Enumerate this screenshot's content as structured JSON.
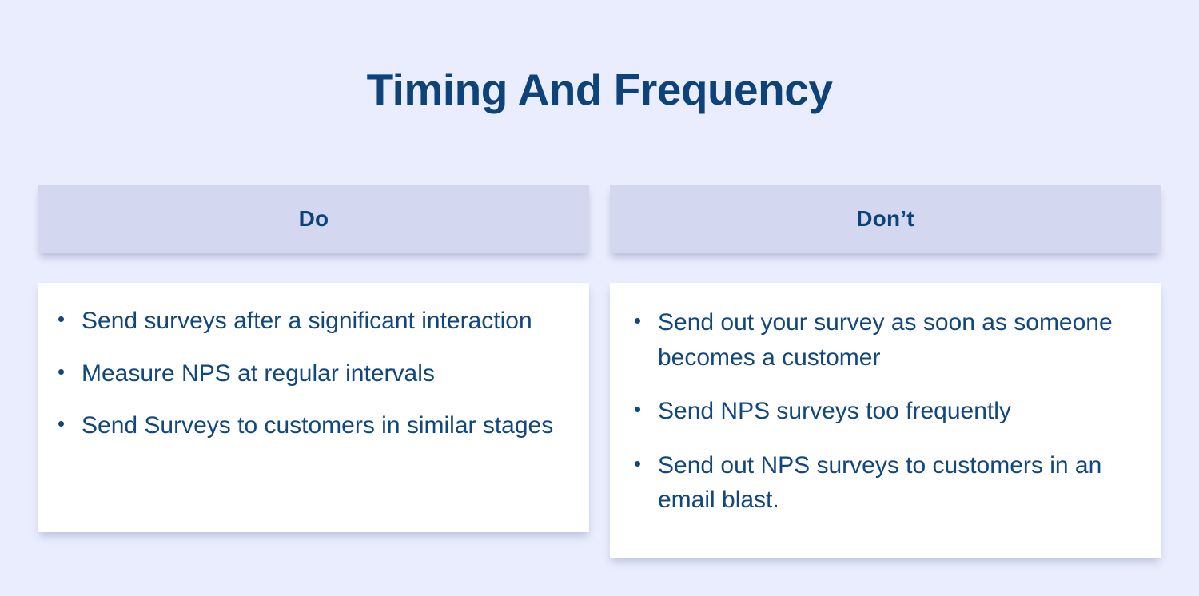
{
  "slide": {
    "title": "Timing And Frequency",
    "background_color": "#eaedfd",
    "title_color": "#0d4379",
    "body_text_color": "#12477e",
    "header_band_color": "#d3d7ef",
    "card_color": "#ffffff"
  },
  "columns": [
    {
      "header": "Do",
      "bullets": [
        "Send surveys after a significant interaction",
        "Measure NPS at regular intervals",
        "Send Surveys to customers in similar stages"
      ]
    },
    {
      "header": "Don’t",
      "bullets": [
        "Send out your survey as soon as someone becomes a customer",
        "Send NPS surveys too frequently",
        "Send out NPS surveys to customers in an email blast."
      ]
    }
  ]
}
